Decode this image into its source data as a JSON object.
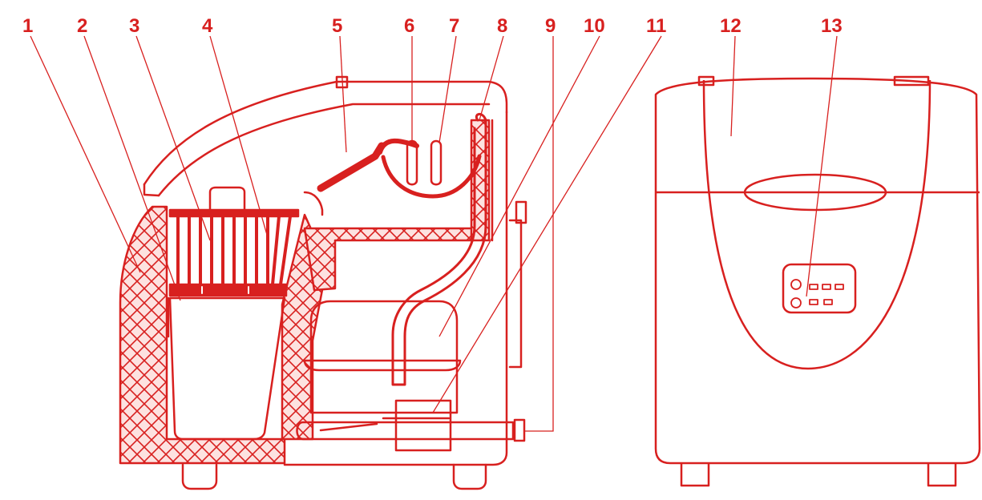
{
  "colors": {
    "line": "#d8201f",
    "fill_light": "#fde2e0",
    "background": "#ffffff"
  },
  "labels": [
    {
      "id": "1",
      "text": "1"
    },
    {
      "id": "2",
      "text": "2"
    },
    {
      "id": "3",
      "text": "3"
    },
    {
      "id": "4",
      "text": "4"
    },
    {
      "id": "5",
      "text": "5"
    },
    {
      "id": "6",
      "text": "6"
    },
    {
      "id": "7",
      "text": "7"
    },
    {
      "id": "8",
      "text": "8"
    },
    {
      "id": "9",
      "text": "9"
    },
    {
      "id": "10",
      "text": "10"
    },
    {
      "id": "11",
      "text": "11"
    },
    {
      "id": "12",
      "text": "12"
    },
    {
      "id": "13",
      "text": "13"
    }
  ]
}
